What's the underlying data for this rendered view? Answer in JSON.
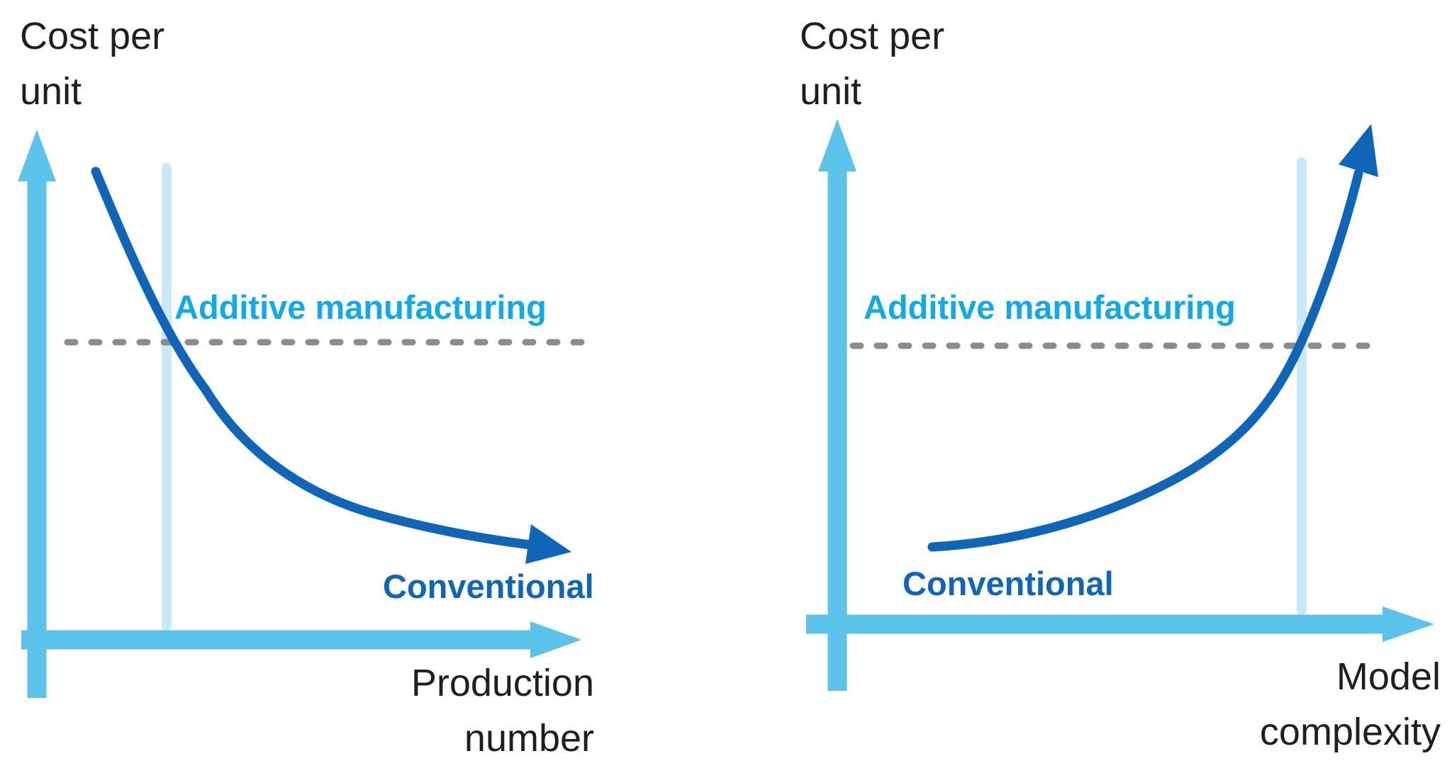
{
  "figure": {
    "left_chart": {
      "y_axis_label": "Cost per\nunit",
      "x_axis_label": "Production\nnumber",
      "additive_label": "Additive manufacturing",
      "conventional_label": "Conventional"
    },
    "right_chart": {
      "y_axis_label": "Cost per\nunit",
      "x_axis_label": "Model\ncomplexity",
      "additive_label": "Additive manufacturing",
      "conventional_label": "Conventional"
    }
  },
  "colors": {
    "axis_blue": "#5bc3ea",
    "marker_blue": "#c9e9f8",
    "curve_blue": "#0f66b8",
    "additive_cyan": "#10aaea",
    "dash_gray": "#8c8c8c",
    "text_black": "#1f1f1f",
    "background": "#ffffff"
  },
  "chart_data": [
    {
      "type": "line",
      "title": "Cost per unit vs production number (conceptual)",
      "xlabel": "Production number",
      "ylabel": "Cost per unit",
      "quantitative_axes": false,
      "grid": false,
      "legend_position": "inline-labels",
      "series": [
        {
          "name": "Conventional",
          "line_style": "solid",
          "color": "#0f66b8",
          "shape": "decreasing hyperbolic curve (economies of scale), ends in right-pointing arrow",
          "x_norm": [
            0.13,
            0.2,
            0.3,
            0.4,
            0.5,
            0.6,
            0.7,
            0.8,
            0.9,
            0.98
          ],
          "y_norm": [
            0.95,
            0.72,
            0.52,
            0.38,
            0.29,
            0.23,
            0.19,
            0.16,
            0.15,
            0.14
          ]
        },
        {
          "name": "Additive manufacturing",
          "line_style": "dashed",
          "color": "#8c8c8c",
          "label_color": "#10aaea",
          "shape": "constant horizontal line",
          "x_norm": [
            0.08,
            0.97
          ],
          "y_norm": [
            0.56,
            0.56
          ]
        }
      ],
      "annotations": [
        {
          "type": "vertical-marker",
          "color": "#c9e9f8",
          "x_norm": 0.26,
          "meaning": "break-even production number where curves cross"
        }
      ]
    },
    {
      "type": "line",
      "title": "Cost per unit vs model complexity (conceptual)",
      "xlabel": "Model complexity",
      "ylabel": "Cost per unit",
      "quantitative_axes": false,
      "grid": false,
      "legend_position": "inline-labels",
      "series": [
        {
          "name": "Conventional",
          "line_style": "solid",
          "color": "#0f66b8",
          "shape": "increasing exponential curve, ends in up-right-pointing arrow",
          "x_norm": [
            0.2,
            0.3,
            0.4,
            0.5,
            0.6,
            0.7,
            0.8,
            0.9,
            0.97
          ],
          "y_norm": [
            0.16,
            0.17,
            0.2,
            0.26,
            0.36,
            0.5,
            0.68,
            0.88,
            0.99
          ]
        },
        {
          "name": "Additive manufacturing",
          "line_style": "dashed",
          "color": "#8c8c8c",
          "label_color": "#10aaea",
          "shape": "constant horizontal line",
          "x_norm": [
            0.08,
            0.95
          ],
          "y_norm": [
            0.55,
            0.55
          ]
        }
      ],
      "annotations": [
        {
          "type": "vertical-marker",
          "color": "#c9e9f8",
          "x_norm": 0.84,
          "meaning": "break-even model complexity where curves cross"
        }
      ]
    }
  ]
}
